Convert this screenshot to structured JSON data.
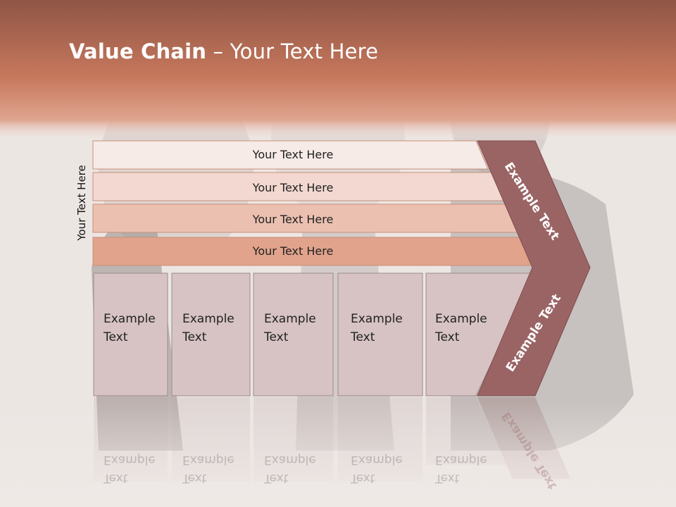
{
  "title": {
    "bold": "Value Chain",
    "rest": " – Your Text Here"
  },
  "side_label": "Your Text Here",
  "rows": [
    {
      "label": "Your Text Here",
      "color": "#f6ebe7"
    },
    {
      "label": "Your Text Here",
      "color": "#f2d8d0"
    },
    {
      "label": "Your Text Here",
      "color": "#ebc0b0"
    },
    {
      "label": "Your Text Here",
      "color": "#e1a38c"
    }
  ],
  "boxes": [
    {
      "line1": "Example",
      "line2": "Text"
    },
    {
      "line1": "Example",
      "line2": "Text"
    },
    {
      "line1": "Example",
      "line2": "Text"
    },
    {
      "line1": "Example",
      "line2": "Text"
    },
    {
      "line1": "Example",
      "line2": "Text"
    }
  ],
  "chevron": {
    "top_label": "Example Text",
    "bottom_label": "Example Text",
    "color": "#9a6465"
  },
  "colors": {
    "header": "#c97d60",
    "box_fill": "#d7c3c4",
    "box_border": "#9c8a8b"
  }
}
